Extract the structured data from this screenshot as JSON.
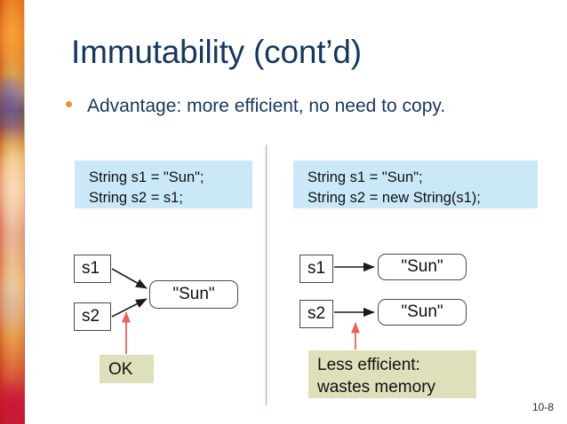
{
  "slide": {
    "title": "Immutability (cont’d)",
    "page_number": "10-8",
    "accent_bullet_color": "#e8912a",
    "title_color": "#17375e",
    "code_box_color": "#cbe8f8",
    "note_box_color": "#dde0bb",
    "divider_color": "#e0889a",
    "arrow_black": "#1a1a1a",
    "arrow_red": "#e8625a"
  },
  "bullet": {
    "text": "Advantage: more efficient, no need to copy."
  },
  "left_panel": {
    "code": {
      "line1": "String s1 = \"Sun\";",
      "line2": "String s2 = s1;"
    },
    "diagram": {
      "var1": "s1",
      "var2": "s2",
      "object1": "\"Sun\""
    },
    "note": {
      "line1": "OK"
    }
  },
  "right_panel": {
    "code": {
      "line1": "String s1 = \"Sun\";",
      "line2": "String s2 = new String(s1);"
    },
    "diagram": {
      "var1": "s1",
      "var2": "s2",
      "object1": "\"Sun\"",
      "object2": "\"Sun\""
    },
    "note": {
      "line1": "Less efficient:",
      "line2": "wastes memory"
    }
  }
}
